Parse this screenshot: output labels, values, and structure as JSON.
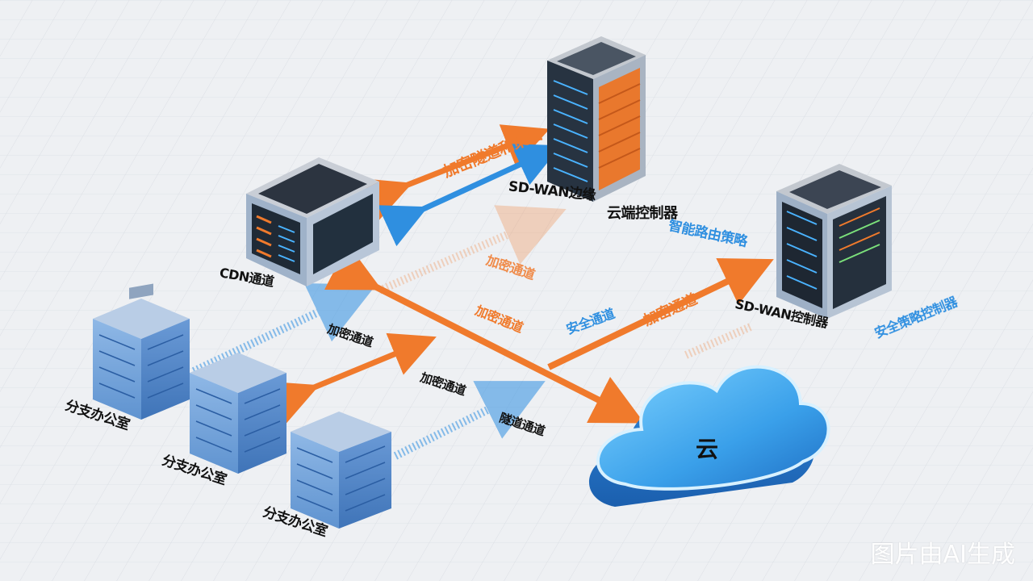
{
  "colors": {
    "accent_orange": "#f07a2c",
    "accent_blue": "#2f8fe0",
    "cloud_blue": "#3aa0ea",
    "background": "#eef0f3"
  },
  "nodes": {
    "cloud_controller_label": "云端控制器",
    "sdwan_edge_label": "SD-WAN边缘",
    "cdn_label": "CDN通道",
    "sdwan_controller_label": "SD-WAN控制器",
    "cloud_label": "云",
    "branch_1_label": "分支办公室",
    "branch_2_label": "分支办公室",
    "branch_3_label": "分支办公室"
  },
  "links": {
    "top_encrypted_label": "加密隧道和策略",
    "mid_encrypted_label": "加密通道",
    "center_encrypted_label": "加密通道",
    "right_encrypted_label": "加密通道",
    "right_policy_label": "智能路由策略",
    "left_encrypted_label": "加密通道",
    "lower_encrypted_label": "加密通道",
    "bottom_tunnel_label": "隧道通道",
    "blue_center_label": "安全通道",
    "far_right_blue_label": "安全策略控制器"
  },
  "watermark": "图片由AI生成"
}
